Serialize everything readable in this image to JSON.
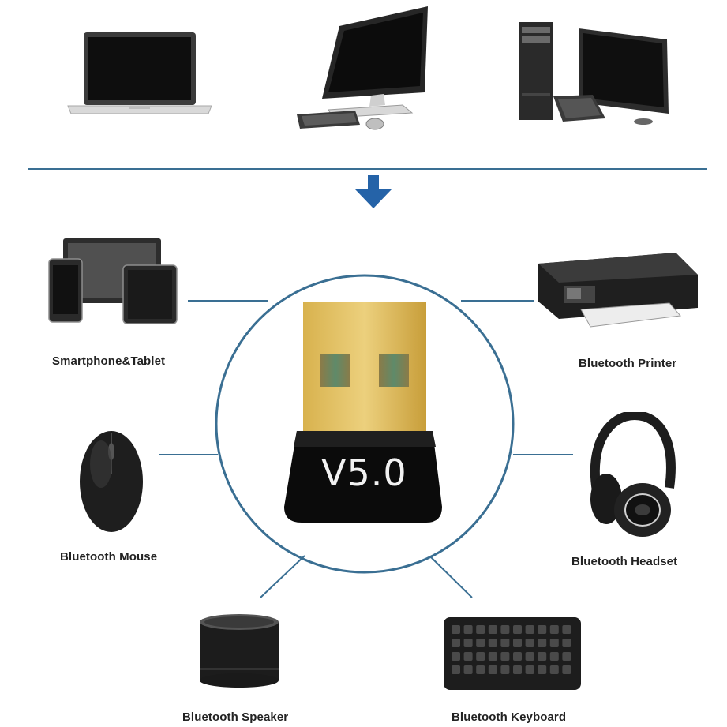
{
  "adapter": {
    "version_label": "V5.0"
  },
  "devices": {
    "smartphone_tablet": "Smartphone&Tablet",
    "printer": "Bluetooth Printer",
    "mouse": "Bluetooth Mouse",
    "headset": "Bluetooth Headset",
    "speaker": "Bluetooth Speaker",
    "keyboard": "Bluetooth Keyboard"
  },
  "colors": {
    "connector": "#3a6f93",
    "accent_arrow": "#2563a8",
    "gold": "#e3c266"
  }
}
